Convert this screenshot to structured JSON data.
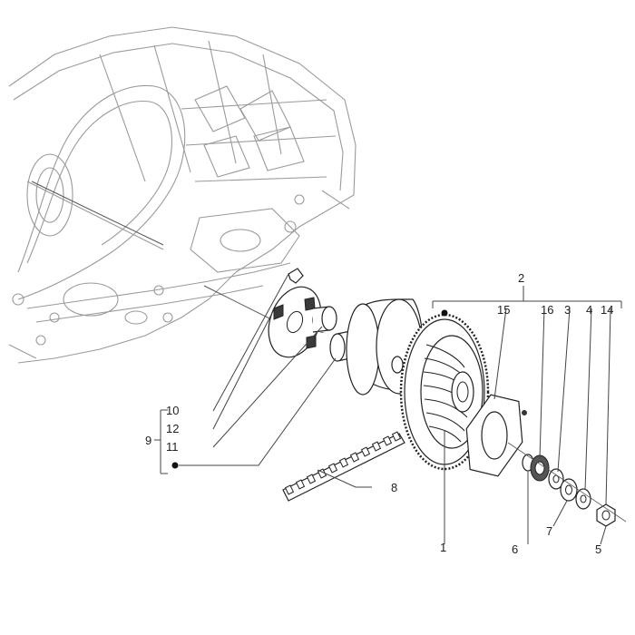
{
  "callouts": {
    "c1": "1",
    "c2": "2",
    "c3": "3",
    "c4": "4",
    "c5": "5",
    "c6": "6",
    "c7": "7",
    "c8": "8",
    "c9": "9",
    "c10": "10",
    "c11": "11",
    "c12": "12",
    "c14": "14",
    "c15": "15",
    "c16": "16"
  }
}
